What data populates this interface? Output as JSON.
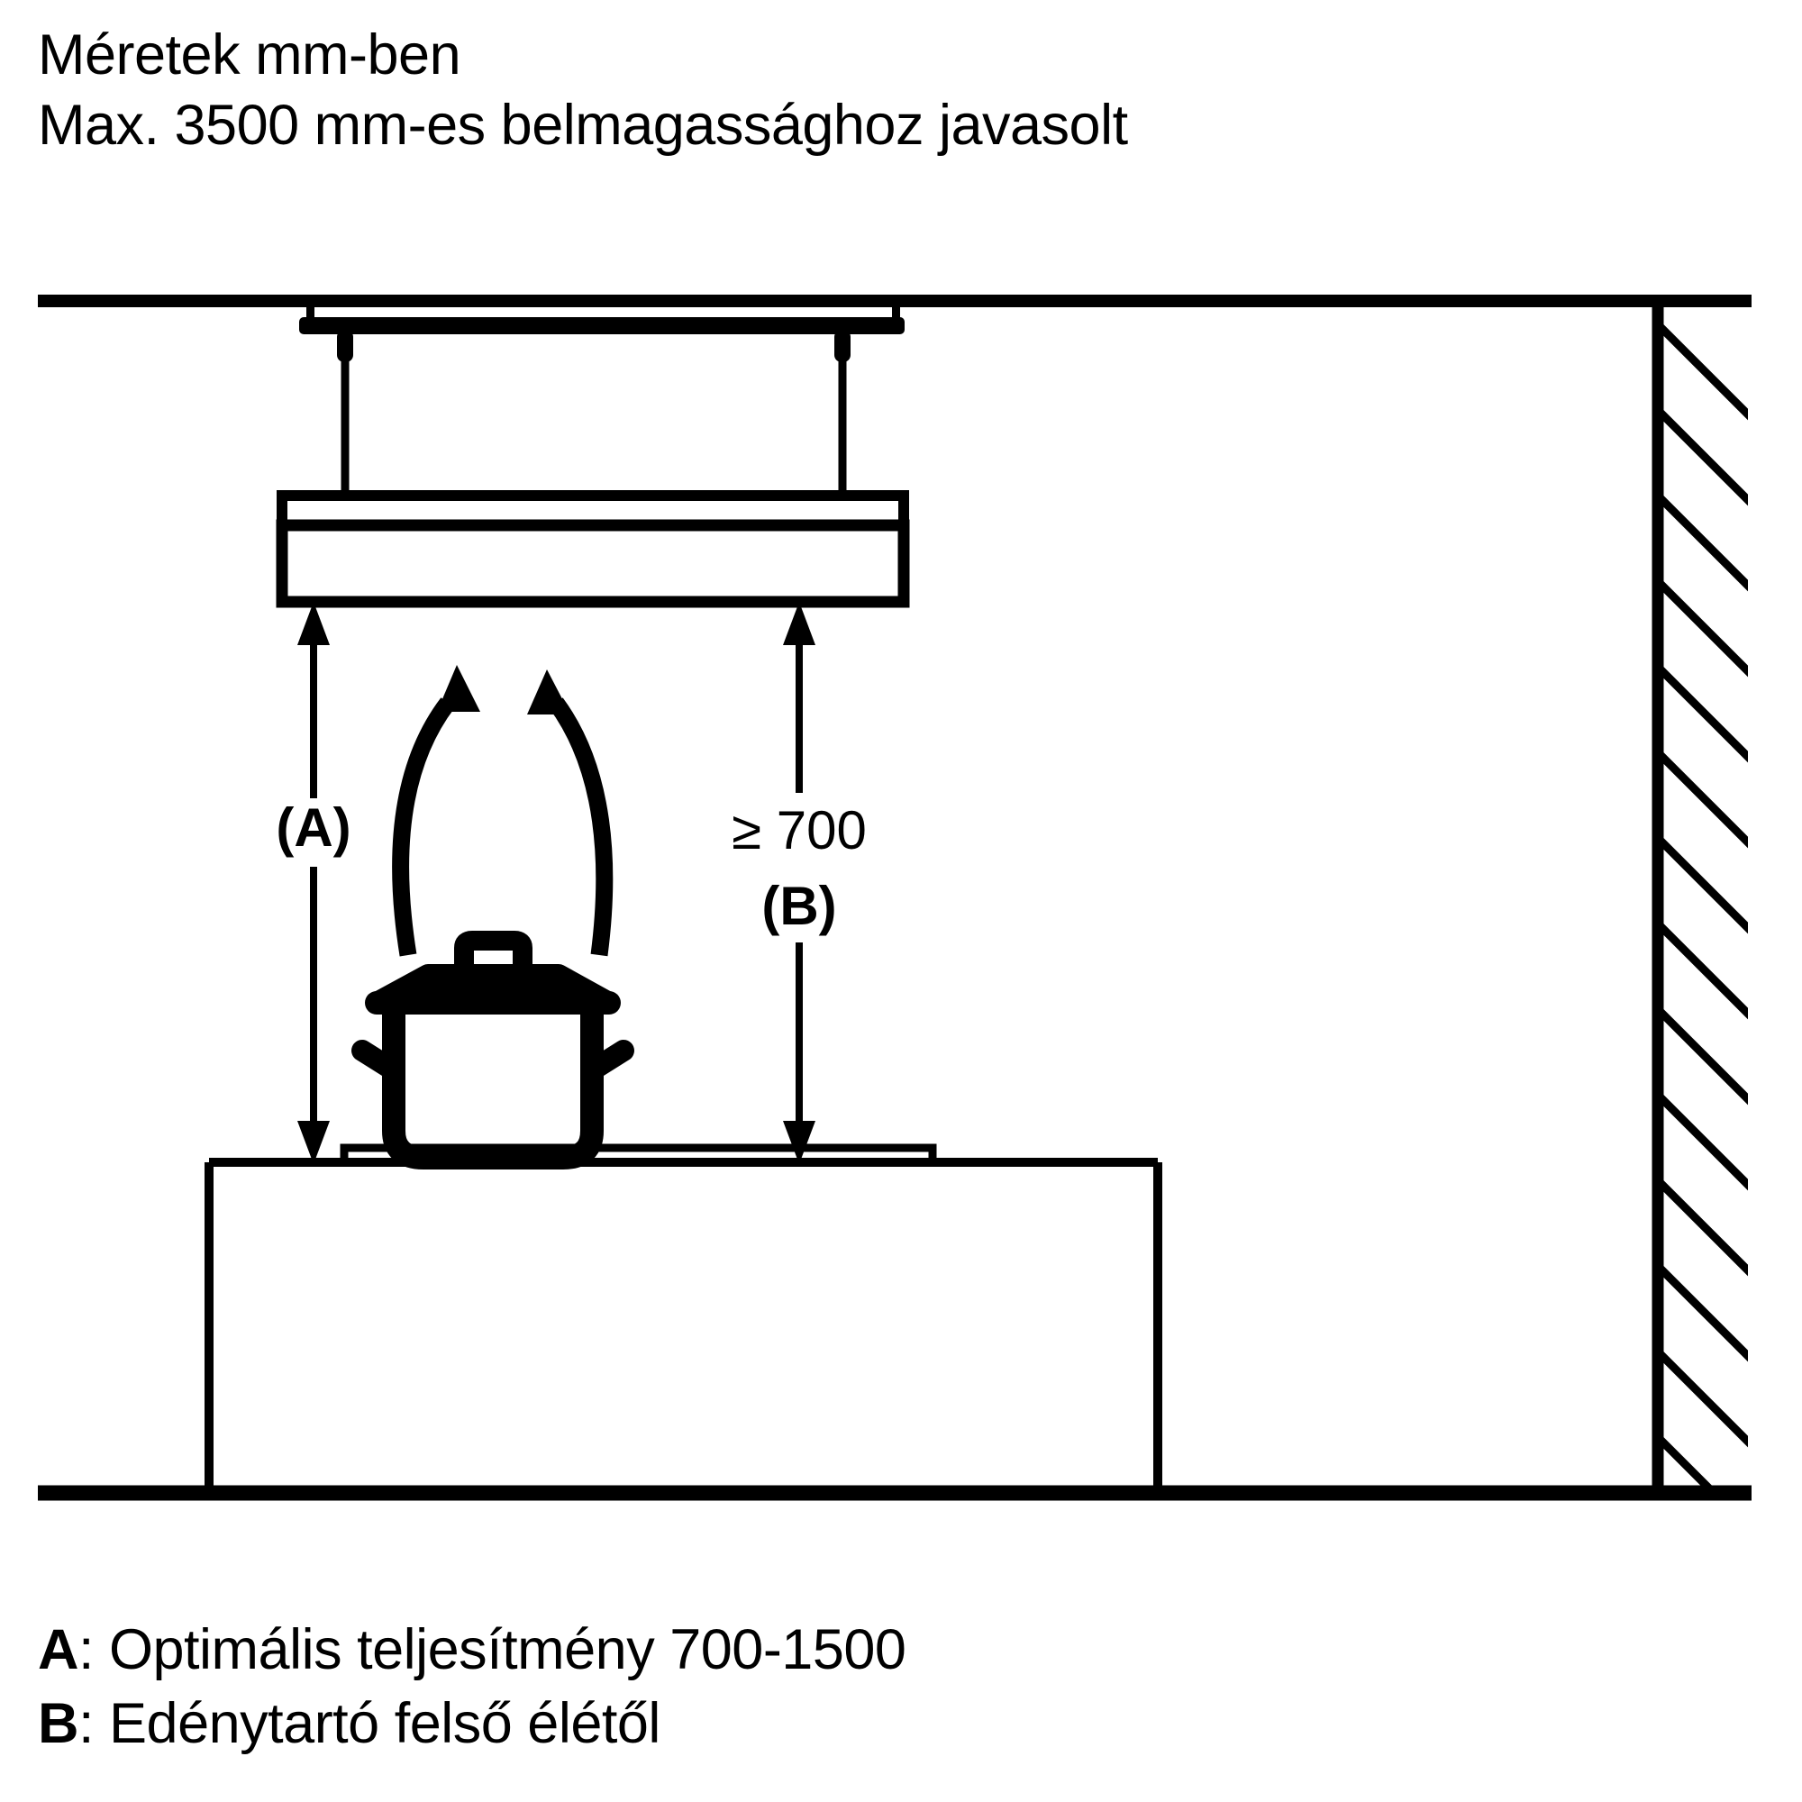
{
  "title": {
    "line1": "Méretek mm-ben",
    "line2": "Max. 3500 mm-es belmagassághoz javasolt"
  },
  "diagram": {
    "name": "island-extractor-hood-installation-clearance",
    "dimension_a_label": "(A)",
    "dimension_b_value": "≥ 700",
    "dimension_b_label": "(B)",
    "colors": {
      "stroke": "#000000",
      "background": "#ffffff"
    },
    "parts": {
      "ceiling": "ceiling-line",
      "mount_bracket": "ceiling-mount-bracket",
      "suspension_cable_left": "suspension-cable-left",
      "suspension_cable_right": "suspension-cable-right",
      "hood_canopy": "extractor-hood-body",
      "hood_trim": "extractor-hood-upper-trim",
      "cooktop": "cooktop-slab",
      "counter": "kitchen-island-counter",
      "pot": "cooking-pot",
      "steam": "steam-flow-arrows",
      "wall": "hatched-wall",
      "floor": "floor-line"
    }
  },
  "legend": {
    "items": [
      {
        "key": "A",
        "separator": ": ",
        "text": "Optimális teljesítmény 700-1500"
      },
      {
        "key": "B",
        "separator": ": ",
        "text": "Edénytartó felső élétől"
      }
    ]
  }
}
